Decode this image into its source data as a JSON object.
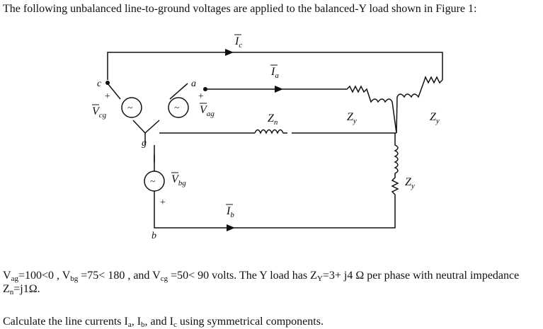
{
  "problem": {
    "intro": "The following unbalanced line-to-ground voltages are applied to the balanced-Y load shown in Figure 1:",
    "given": {
      "v_ag": "V",
      "v_ag_sub": "ag",
      "v_ag_val": "=100<0 ,",
      "v_bg": "V",
      "v_bg_sub": "bg",
      "v_bg_val": " =75< 180 , and",
      "v_cg": "V",
      "v_cg_sub": "cg",
      "v_cg_val": " =50< 90 volts. The Y load has Z",
      "zy_sub": "Y",
      "zy_val": "=3+ j4 Ω per phase with neutral impedance Z",
      "zn_sub": "n",
      "zn_val": "=j1Ω."
    },
    "task_pre": "Calculate the line currents I",
    "ia_sub": "a",
    "comma1": ", I",
    "ib_sub": "b",
    "and_ic": ", and I",
    "ic_sub": "c",
    "task_post": " using symmetrical components."
  },
  "figure": {
    "labels": {
      "ic_letter": "I",
      "ic_sub": "c",
      "ia_letter": "I",
      "ia_sub": "a",
      "ib_letter": "I",
      "ib_sub": "b",
      "zn_letter": "Z",
      "zn_sub": "n",
      "zy_letter": "Z",
      "zy_sub": "y",
      "node_c": "c",
      "node_a": "a",
      "node_b": "b",
      "node_g": "g",
      "vcg_letter": "V",
      "vcg_sub": "cg",
      "vag_letter": "V",
      "vag_sub": "ag",
      "vbg_letter": "V",
      "vbg_sub": "bg",
      "plus": "+",
      "source_symbol": "~"
    }
  }
}
